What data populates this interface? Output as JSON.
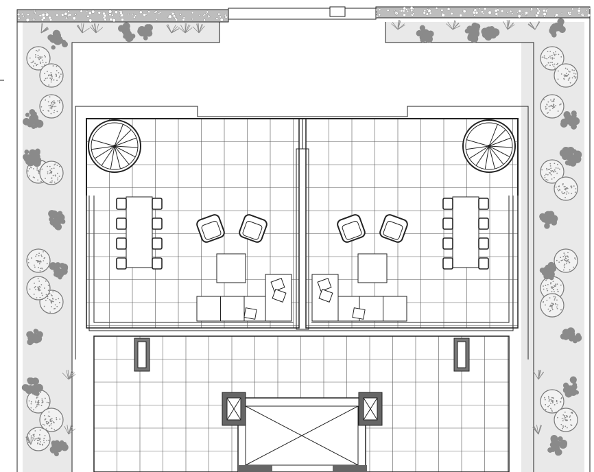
{
  "plan": {
    "type": "roof-terrace-floor-plan",
    "colors": {
      "line": "#222222",
      "planter_fill": "#e9e9e9",
      "plant_gray": "#8a8a8a",
      "wall_hatch": "#bdbdbd",
      "paper": "#ffffff"
    },
    "symbols": [
      "spiral-staircase",
      "dining-table",
      "chair",
      "armchair",
      "coffee-table",
      "sofa",
      "shrub",
      "grass",
      "skylight",
      "column"
    ]
  }
}
